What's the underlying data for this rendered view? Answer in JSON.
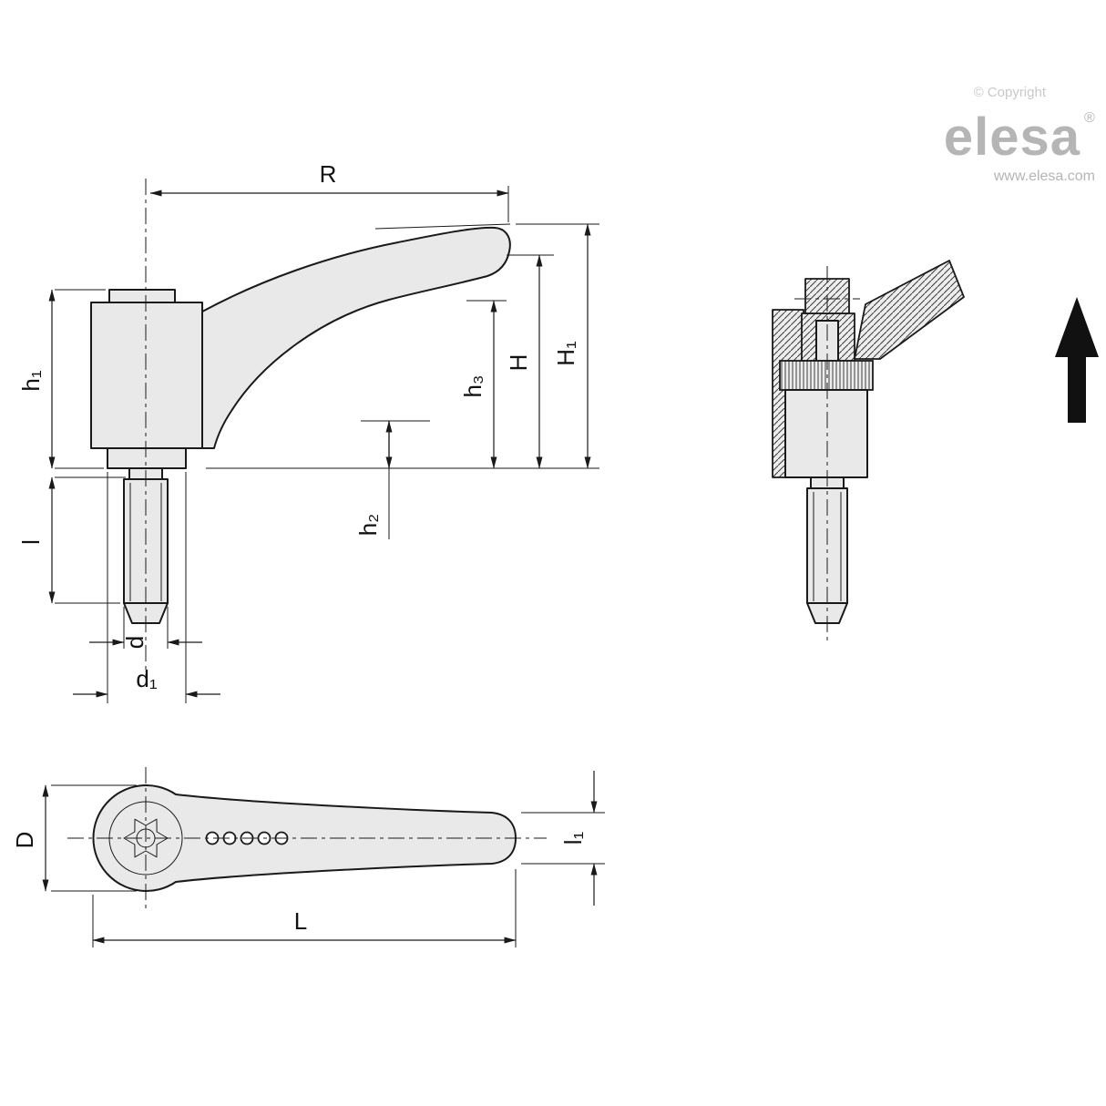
{
  "branding": {
    "copyright": "© Copyright",
    "logo": "elesa",
    "registered": "®",
    "website": "www.elesa.com"
  },
  "labels": {
    "R": "R",
    "h1": "h₁",
    "l": "l",
    "d": "d",
    "d1": "d₁",
    "h2": "h₂",
    "h3": "h₃",
    "H": "H",
    "H1": "H₁",
    "D": "D",
    "l1": "l₁",
    "L": "L"
  }
}
